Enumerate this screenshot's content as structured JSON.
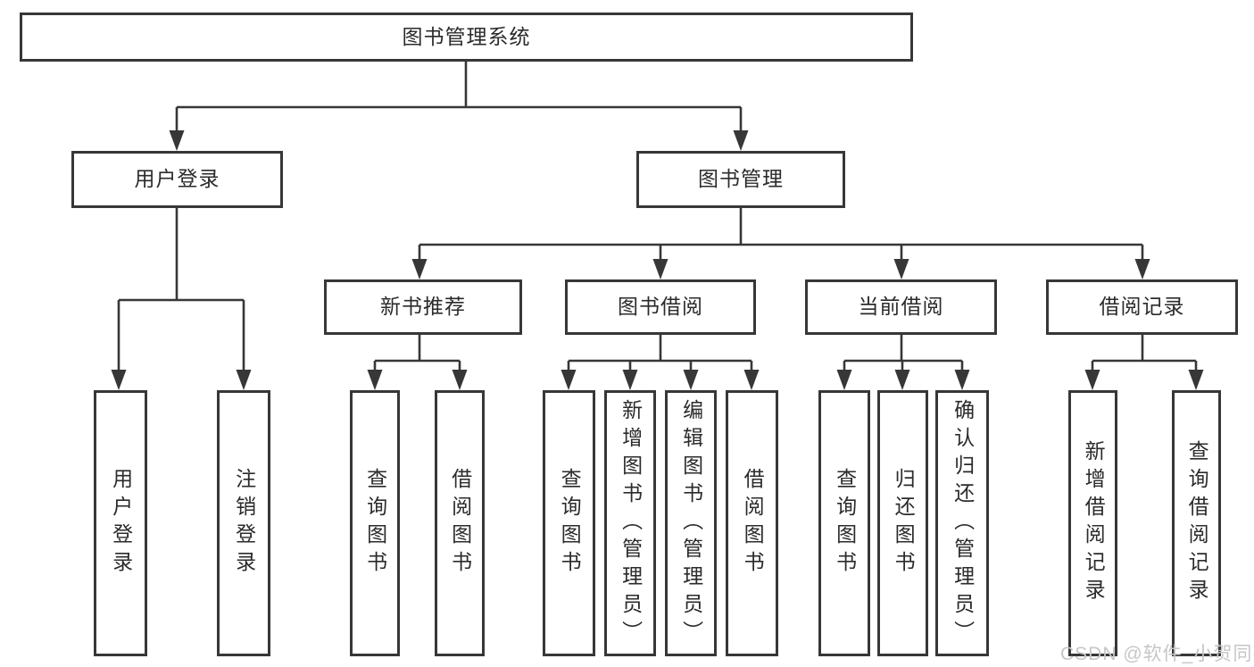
{
  "tree": {
    "label": "图书管理系统",
    "children": [
      {
        "label": "用户登录",
        "children": [
          {
            "label": "用户登录"
          },
          {
            "label": "注销登录"
          }
        ]
      },
      {
        "label": "图书管理",
        "children": [
          {
            "label": "新书推荐",
            "children": [
              {
                "label": "查询图书"
              },
              {
                "label": "借阅图书"
              }
            ]
          },
          {
            "label": "图书借阅",
            "children": [
              {
                "label": "查询图书"
              },
              {
                "label": "新增图书（管理员）"
              },
              {
                "label": "编辑图书（管理员）"
              },
              {
                "label": "借阅图书"
              }
            ]
          },
          {
            "label": "当前借阅",
            "children": [
              {
                "label": "查询图书"
              },
              {
                "label": "归还图书"
              },
              {
                "label": "确认归还（管理员）"
              }
            ]
          },
          {
            "label": "借阅记录",
            "children": [
              {
                "label": "新增借阅记录"
              },
              {
                "label": "查询借阅记录"
              }
            ]
          }
        ]
      }
    ]
  },
  "watermark": "CSDN @软件_小贺同学",
  "colors": {
    "line": "#373737",
    "text": "#2b2b2b",
    "watermark": "#c6c6c6",
    "node_fill": "#ffffff"
  }
}
